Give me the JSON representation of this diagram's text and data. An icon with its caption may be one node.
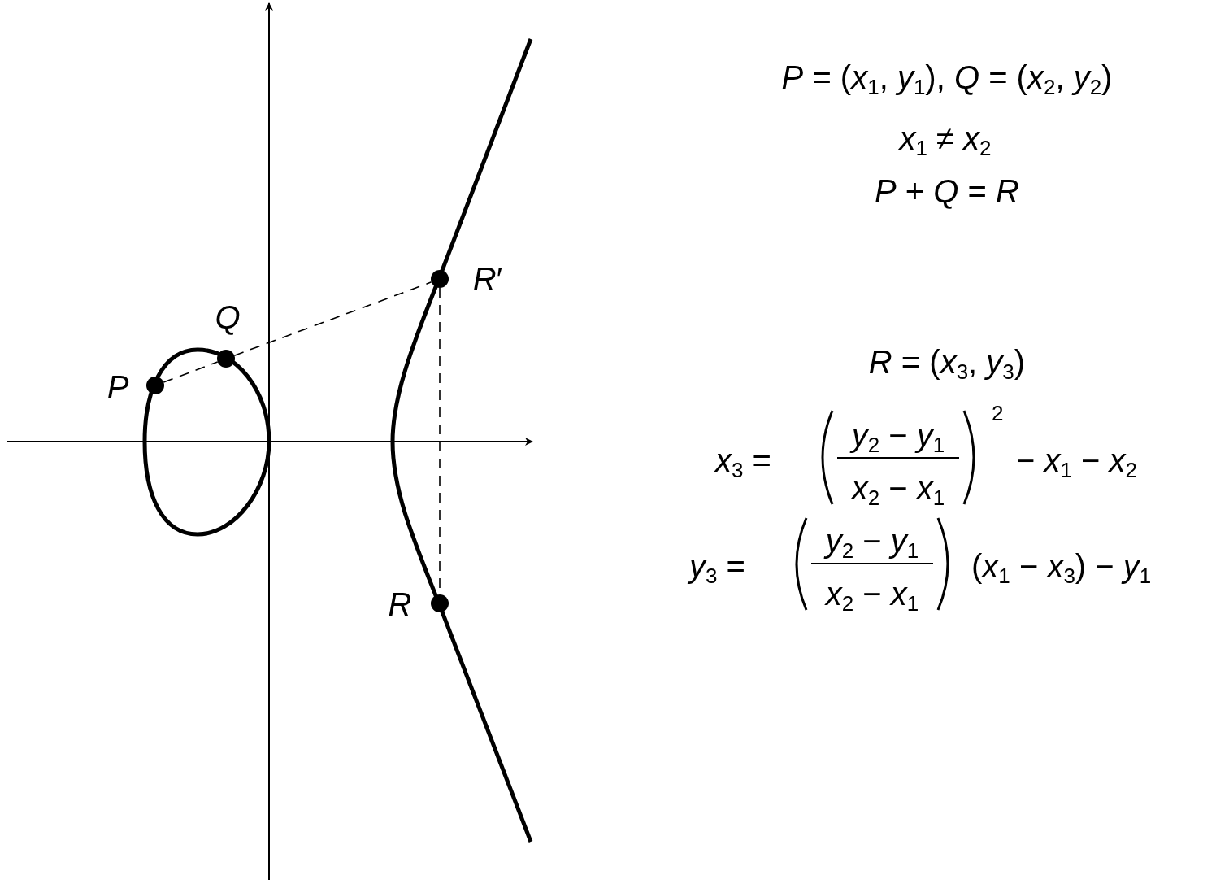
{
  "diagram": {
    "nodes": [
      {
        "text": [],
        "shape": "circle",
        "beside": [
          "*P*"
        ]
      },
      {
        "text": [],
        "shape": "circle",
        "beside": [
          "*Q*"
        ]
      },
      {
        "text": [],
        "shape": "circle",
        "beside": [
          "*R*′"
        ]
      },
      {
        "text": [],
        "shape": "circle",
        "beside": [
          "*R*"
        ]
      }
    ],
    "edges": [
      {
        "from": 0,
        "to": 1,
        "arrow": "none",
        "style": "dashed"
      },
      {
        "from": 1,
        "to": 2,
        "arrow": "none",
        "style": "dashed"
      },
      {
        "from": 2,
        "to": 3,
        "arrow": "none",
        "style": "dashed"
      }
    ],
    "labels": [
      "*P* = (*x*$_{1}$, *y*$_{1}$), *Q* = (*x*$_{2}$, *y*$_{2}$)",
      "*x*$_{1}$ ≠ *x*$_{2}$",
      "*P* + *Q* = *R*",
      "*R* = (*x*$_{3}$, *y*$_{3}$)",
      "*x*$_{3}$ =",
      "*y*$_{2}$ − *y*$_{1}$",
      "*x*$_{2}$ − *x*$_{1}$",
      "2",
      "− *x*$_{1}$ − *x*$_{2}$",
      "*y*$_{3}$ =",
      "*y*$_{2}$ − *y*$_{1}$",
      "*x*$_{2}$ − *x*$_{1}$",
      "(*x*$_{1}$ − *x*$_{3}$) − *y*$_{1}$"
    ]
  }
}
